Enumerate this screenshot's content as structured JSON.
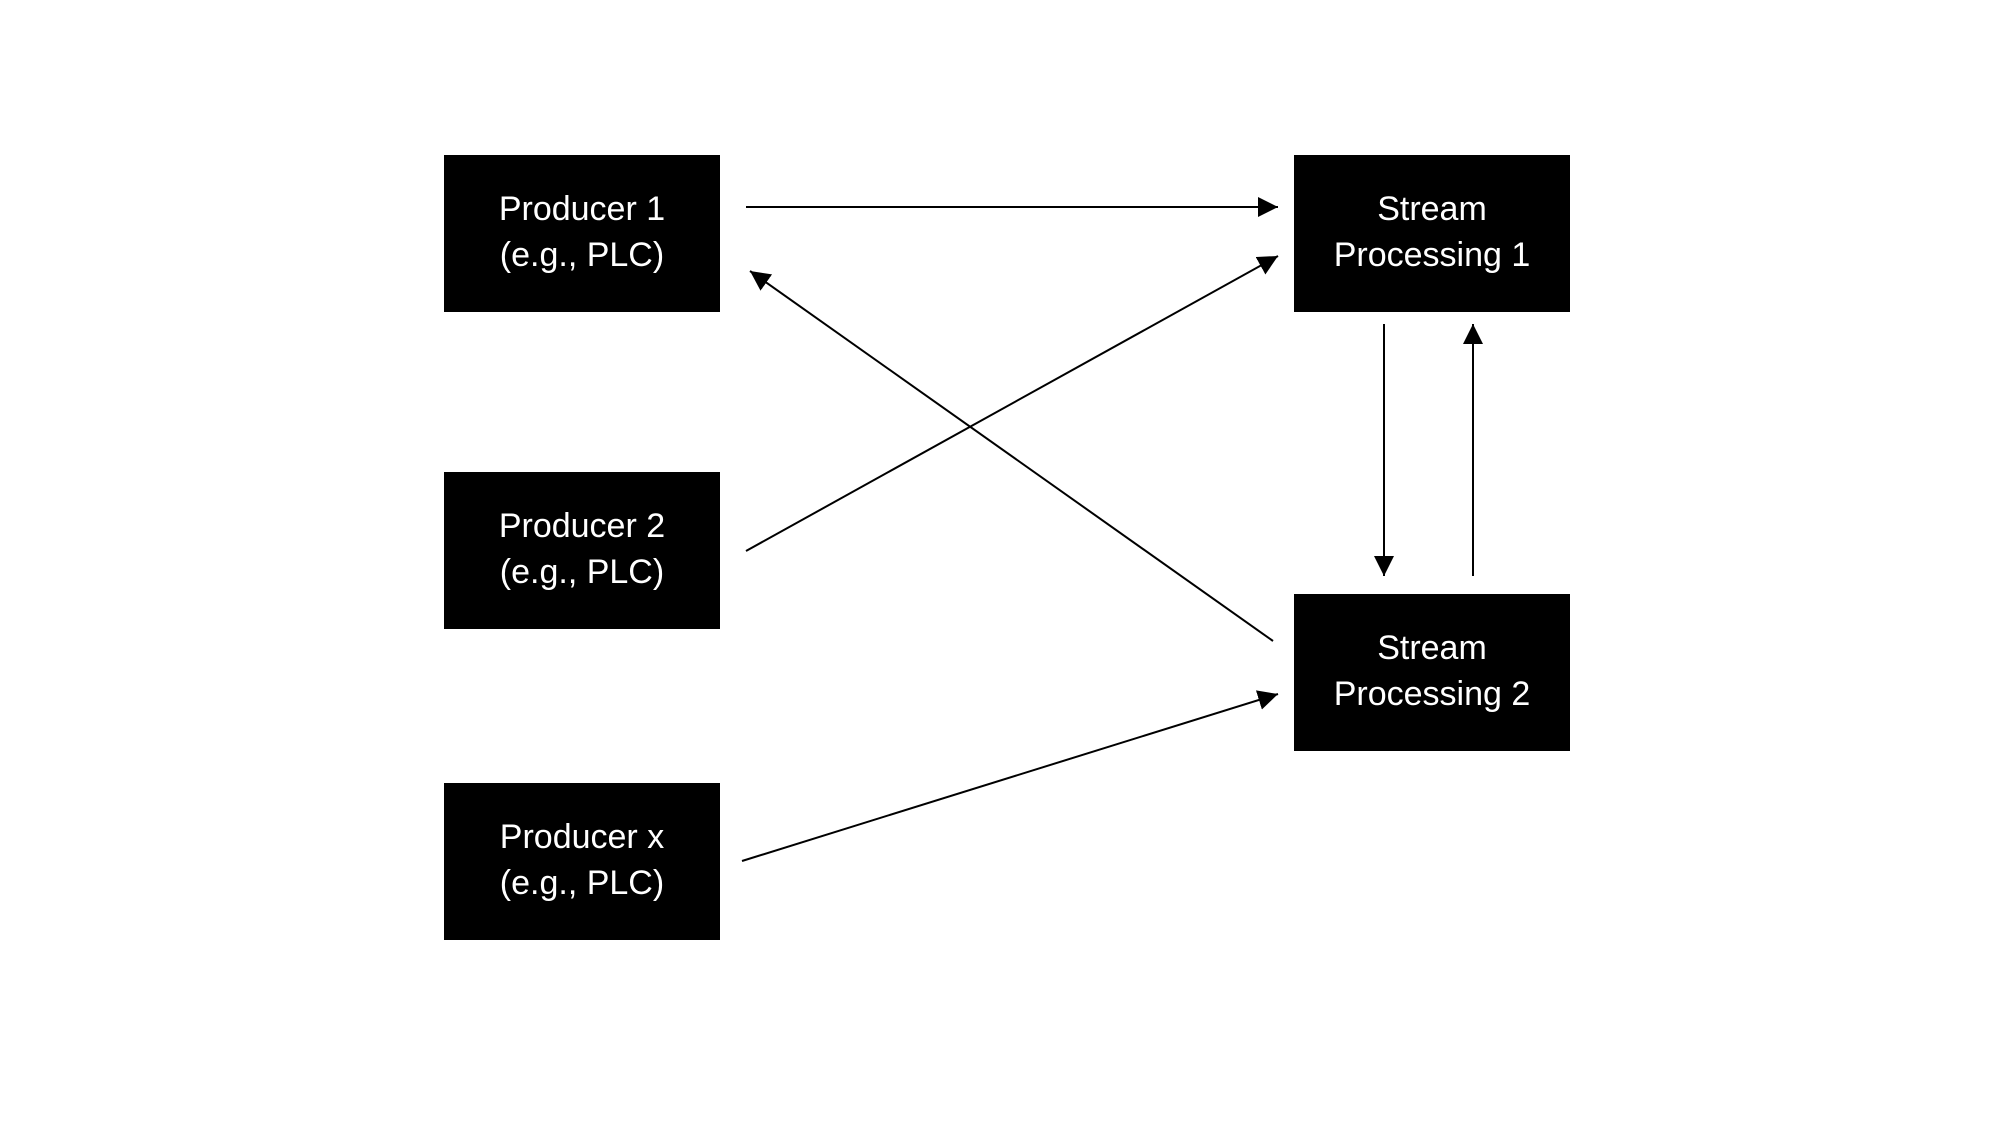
{
  "colors": {
    "background": "#ffffff",
    "box": "#000000",
    "box_text": "#ffffff",
    "arrow": "#000000"
  },
  "nodes": {
    "producer_1": {
      "line1": "Producer 1",
      "line2": "(e.g., PLC)"
    },
    "producer_2": {
      "line1": "Producer 2",
      "line2": "(e.g., PLC)"
    },
    "producer_x": {
      "line1": "Producer x",
      "line2": "(e.g., PLC)"
    },
    "stream_processing_1": {
      "line1": "Stream",
      "line2": "Processing 1"
    },
    "stream_processing_2": {
      "line1": "Stream",
      "line2": "Processing 2"
    }
  },
  "edges": [
    {
      "from": "producer_1",
      "to": "stream_processing_1"
    },
    {
      "from": "producer_2",
      "to": "stream_processing_1"
    },
    {
      "from": "stream_processing_2",
      "to": "producer_1"
    },
    {
      "from": "producer_x",
      "to": "stream_processing_2"
    },
    {
      "from": "stream_processing_1",
      "to": "stream_processing_2"
    },
    {
      "from": "stream_processing_2",
      "to": "stream_processing_1"
    }
  ]
}
